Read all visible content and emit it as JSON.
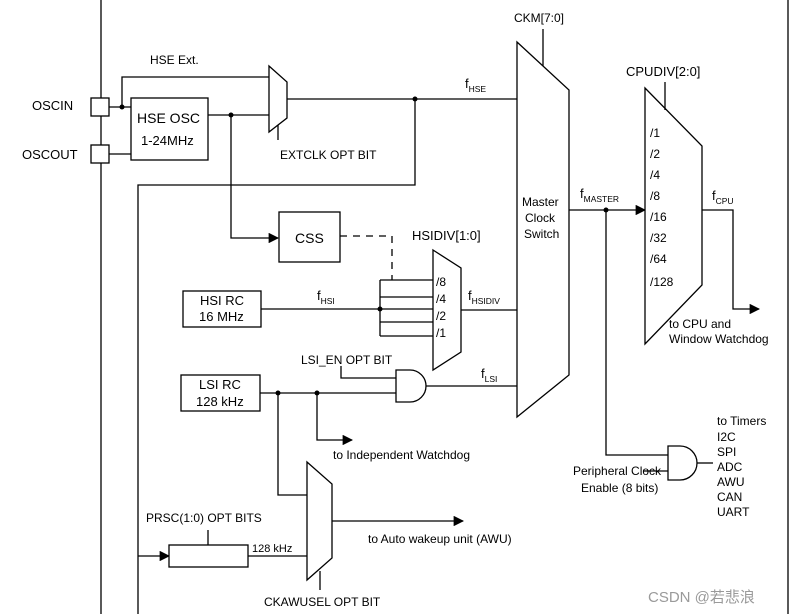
{
  "pins": {
    "oscin": "OSCIN",
    "oscout": "OSCOUT"
  },
  "hse": {
    "ext_label": "HSE Ext.",
    "osc_title": "HSE OSC",
    "osc_range": "1-24MHz",
    "extclk": "EXTCLK OPT BIT",
    "f_base": "f",
    "f_sub": "HSE"
  },
  "ckm": {
    "label": "CKM[7:0]",
    "line1": "Master",
    "line2": "Clock",
    "line3": "Switch"
  },
  "css": {
    "label": "CSS"
  },
  "hsidiv": {
    "label": "HSIDIV[1:0]",
    "opts": [
      "/8",
      "/4",
      "/2",
      "/1"
    ],
    "f_base": "f",
    "f_sub": "HSIDIV"
  },
  "hsi": {
    "title": "HSI RC",
    "freq": "16 MHz",
    "f_base": "f",
    "f_sub": "HSI"
  },
  "lsi": {
    "en_label": "LSI_EN OPT BIT",
    "title": "LSI RC",
    "freq": "128 kHz",
    "f_base": "f",
    "f_sub": "LSI",
    "iwdg": "to Independent Watchdog"
  },
  "master": {
    "f_base": "f",
    "f_sub": "MASTER"
  },
  "cpudiv": {
    "label": "CPUDIV[2:0]",
    "opts": [
      "/1",
      "/2",
      "/4",
      "/8",
      "/16",
      "/32",
      "/64",
      "/128"
    ],
    "f_base": "f",
    "f_sub": "CPU",
    "out1": "to CPU and",
    "out2": "Window Watchdog"
  },
  "periph": {
    "label1": "Peripheral Clock",
    "label2": "Enable (8 bits)",
    "targets": [
      "to Timers",
      "I2C",
      "SPI",
      "ADC",
      "AWU",
      "CAN",
      "UART"
    ]
  },
  "awu": {
    "prsc": "PRSC(1:0) OPT BITS",
    "freq": "128 kHz",
    "out": "to Auto wakeup unit (AWU)",
    "ckawusel": "CKAWUSEL OPT BIT"
  },
  "watermark": "CSDN @若悲浪"
}
